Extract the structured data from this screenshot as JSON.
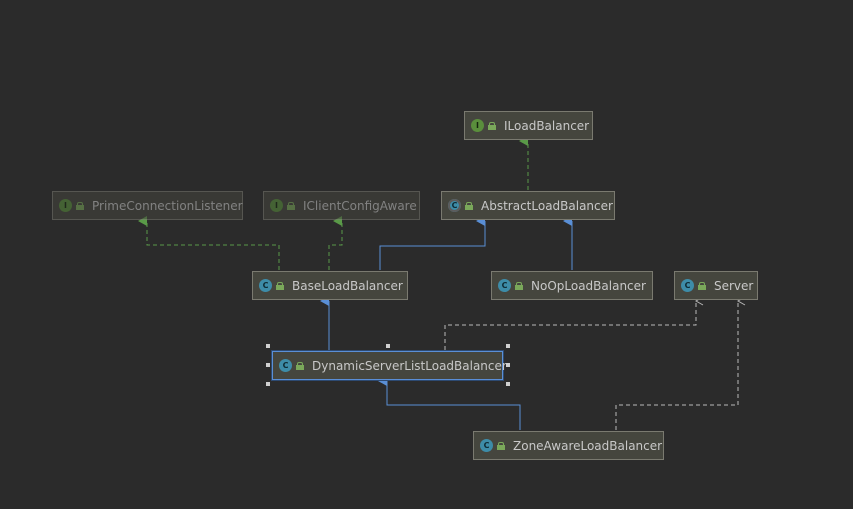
{
  "nodes": {
    "iloadbalancer": {
      "label": "ILoadBalancer",
      "kind": "interface",
      "icon": "interface-icon"
    },
    "primeconnectionlistener": {
      "label": "PrimeConnectionListener",
      "kind": "interface",
      "icon": "interface-icon"
    },
    "iclientconfigaware": {
      "label": "IClientConfigAware",
      "kind": "interface",
      "icon": "interface-icon"
    },
    "abstractloadbalancer": {
      "label": "AbstractLoadBalancer",
      "kind": "abstract-class",
      "icon": "abstract-class-icon"
    },
    "baseloadbalancer": {
      "label": "BaseLoadBalancer",
      "kind": "class",
      "icon": "class-icon"
    },
    "noploadbalancer": {
      "label": "NoOpLoadBalancer",
      "kind": "class",
      "icon": "class-icon"
    },
    "server": {
      "label": "Server",
      "kind": "class",
      "icon": "class-icon"
    },
    "dynamicserverlistloadbalancer": {
      "label": "DynamicServerListLoadBalancer",
      "kind": "class",
      "icon": "class-icon",
      "selected": true
    },
    "zoneawareloadbalancer": {
      "label": "ZoneAwareLoadBalancer",
      "kind": "class",
      "icon": "class-icon"
    }
  },
  "relations": {
    "extends": [
      [
        "baseloadbalancer",
        "abstractloadbalancer"
      ],
      [
        "noploadbalancer",
        "abstractloadbalancer"
      ],
      [
        "dynamicserverlistloadbalancer",
        "baseloadbalancer"
      ],
      [
        "zoneawareloadbalancer",
        "dynamicserverlistloadbalancer"
      ]
    ],
    "implements": [
      [
        "abstractloadbalancer",
        "iloadbalancer"
      ],
      [
        "baseloadbalancer",
        "primeconnectionlistener"
      ],
      [
        "baseloadbalancer",
        "iclientconfigaware"
      ]
    ],
    "depends": [
      [
        "dynamicserverlistloadbalancer",
        "server"
      ],
      [
        "zoneawareloadbalancer",
        "server"
      ]
    ]
  },
  "colors": {
    "background": "#2b2b2b",
    "extends_edge": "#5a8fd6",
    "implements_edge": "#5a9a48",
    "depends_edge": "#b8b8b8",
    "class_badge": "#3d8ca8",
    "interface_badge": "#5a8f3c"
  }
}
